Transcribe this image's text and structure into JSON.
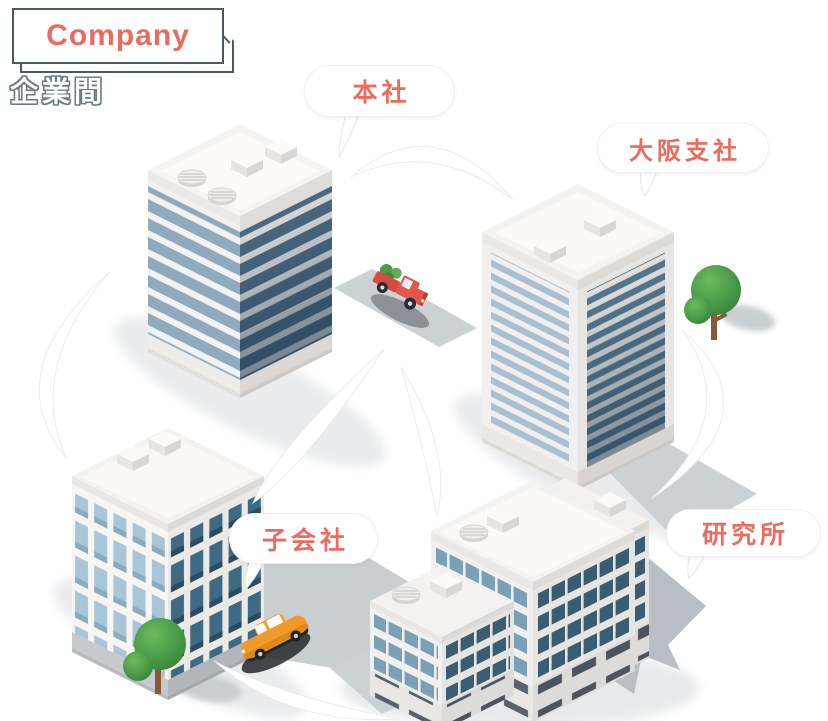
{
  "header": {
    "card_title": "Company",
    "subtitle": "企業間"
  },
  "buildings": [
    {
      "id": "headquarters",
      "label": "本社"
    },
    {
      "id": "osaka-branch",
      "label": "大阪支社"
    },
    {
      "id": "subsidiary",
      "label": "子会社"
    },
    {
      "id": "research-institute",
      "label": "研究所"
    }
  ],
  "scene": {
    "vehicles": [
      {
        "id": "red-truck"
      },
      {
        "id": "orange-car"
      }
    ],
    "trees": 2,
    "connection_style": "circular-arcs"
  },
  "colors": {
    "accent_coral": "#ed6a5e",
    "bubble_white": "#ffffff",
    "outline_slate": "#4c5862",
    "band_blue_light": "#8fa9bd",
    "band_blue_dark": "#4b6982",
    "window_blue_light": "#a9c6d8",
    "window_blue_dark": "#3f6a83",
    "tree_green": "#3f9b42",
    "truck_red": "#dd5147",
    "car_orange": "#f09a2b",
    "shadow_gray": "#c9ced1"
  }
}
